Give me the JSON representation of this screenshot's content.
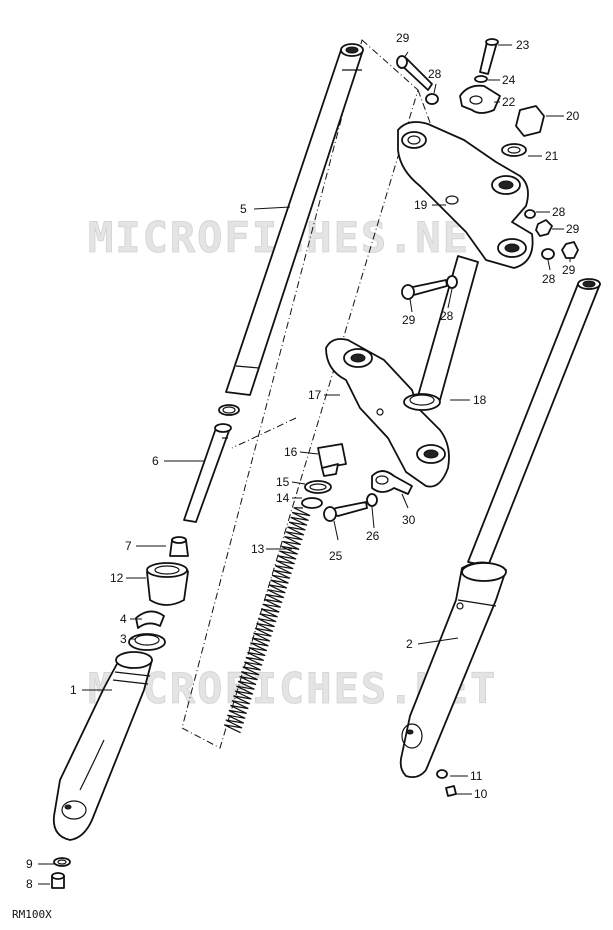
{
  "watermark": "MICROFICHES.NET",
  "model_code": "RM100X",
  "parts": [
    {
      "key": "p1",
      "number": "1"
    },
    {
      "key": "p2",
      "number": "2"
    },
    {
      "key": "p3",
      "number": "3"
    },
    {
      "key": "p4",
      "number": "4"
    },
    {
      "key": "p5",
      "number": "5"
    },
    {
      "key": "p6",
      "number": "6"
    },
    {
      "key": "p7",
      "number": "7"
    },
    {
      "key": "p8",
      "number": "8"
    },
    {
      "key": "p9",
      "number": "9"
    },
    {
      "key": "p10",
      "number": "10"
    },
    {
      "key": "p11",
      "number": "11"
    },
    {
      "key": "p12",
      "number": "12"
    },
    {
      "key": "p13",
      "number": "13"
    },
    {
      "key": "p14",
      "number": "14"
    },
    {
      "key": "p15",
      "number": "15"
    },
    {
      "key": "p16",
      "number": "16"
    },
    {
      "key": "p17",
      "number": "17"
    },
    {
      "key": "p18",
      "number": "18"
    },
    {
      "key": "p19",
      "number": "19"
    },
    {
      "key": "p20",
      "number": "20"
    },
    {
      "key": "p21",
      "number": "21"
    },
    {
      "key": "p22",
      "number": "22"
    },
    {
      "key": "p23",
      "number": "23"
    },
    {
      "key": "p24",
      "number": "24"
    },
    {
      "key": "p25",
      "number": "25"
    },
    {
      "key": "p26",
      "number": "26"
    },
    {
      "key": "p28a",
      "number": "28"
    },
    {
      "key": "p28b",
      "number": "28"
    },
    {
      "key": "p28c",
      "number": "28"
    },
    {
      "key": "p28d",
      "number": "28"
    },
    {
      "key": "p29a",
      "number": "29"
    },
    {
      "key": "p29b",
      "number": "29"
    },
    {
      "key": "p29c",
      "number": "29"
    },
    {
      "key": "p30",
      "number": "30"
    }
  ]
}
